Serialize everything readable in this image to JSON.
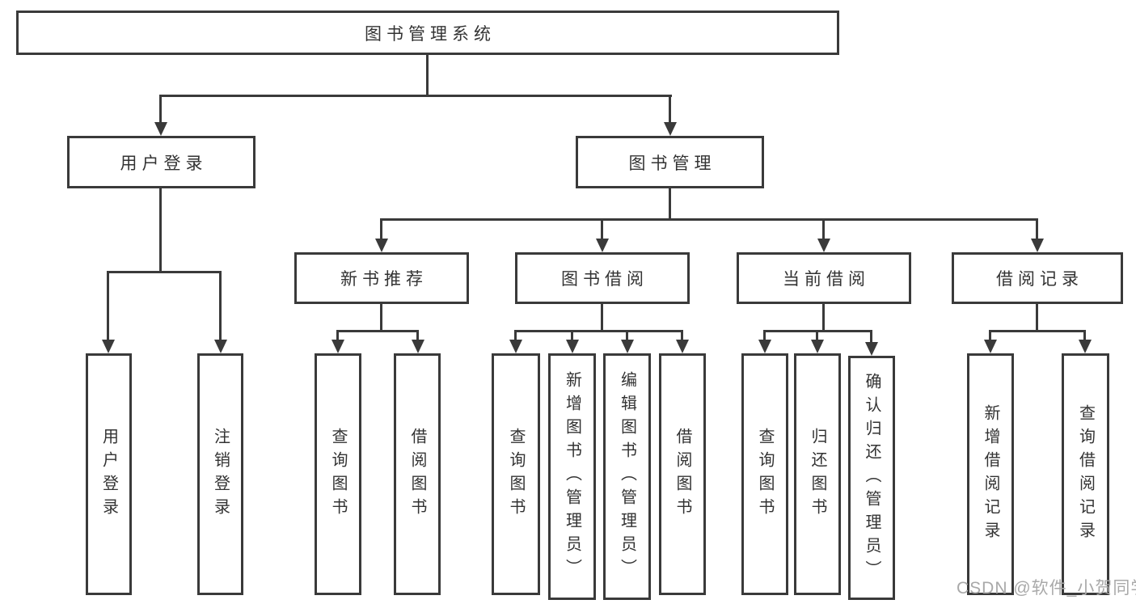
{
  "title": "图书管理系统",
  "level2": {
    "user_login": "用户登录",
    "book_mgmt": "图书管理"
  },
  "level3": {
    "new_books": "新书推荐",
    "book_borrow": "图书借阅",
    "current_borrow": "当前借阅",
    "borrow_records": "借阅记录"
  },
  "leaves": {
    "login": "用户登录",
    "logout": "注销登录",
    "nb_query": "查询图书",
    "nb_borrow": "借阅图书",
    "bb_query": "查询图书",
    "bb_add": "新增图书（管理员）",
    "bb_edit": "编辑图书（管理员）",
    "bb_borrow": "借阅图书",
    "cb_query": "查询图书",
    "cb_return": "归还图书",
    "cb_confirm": "确认归还（管理员）",
    "br_add": "新增借阅记录",
    "br_query": "查询借阅记录"
  },
  "watermark": "CSDN @软件_小贺同学",
  "colors": {
    "line": "#3a3a3a",
    "text": "#333333",
    "watermark": "#a9a9a9",
    "background": "#ffffff"
  }
}
